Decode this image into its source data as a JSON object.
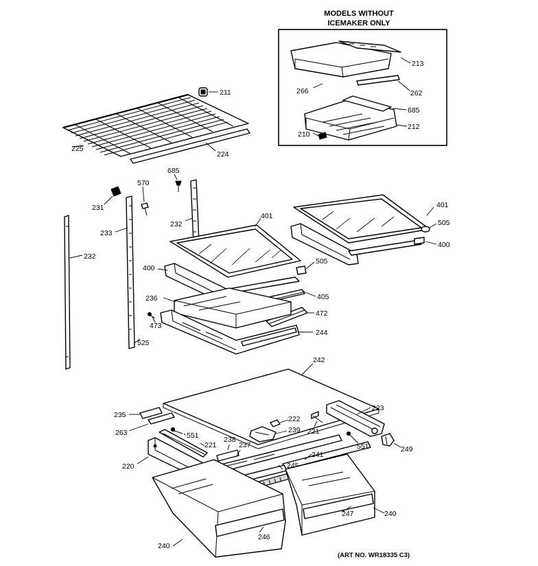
{
  "header": {
    "line1": "MODELS WITHOUT",
    "line2": "ICEMAKER ONLY"
  },
  "art_number": "(ART NO. WR18335 C3)",
  "callouts": {
    "c213": "213",
    "c266": "266",
    "c262": "262",
    "c685a": "685",
    "c212": "212",
    "c210": "210",
    "c211": "211",
    "c225": "225",
    "c224": "224",
    "c685b": "685",
    "c570": "570",
    "c231": "231",
    "c232a": "232",
    "c233": "233",
    "c232b": "232",
    "c401a": "401",
    "c401b": "401",
    "c505a": "505",
    "c505b": "505",
    "c400a": "400",
    "c400b": "400",
    "c405": "405",
    "c236": "236",
    "c472": "472",
    "c473": "473",
    "c525": "525",
    "c244": "244",
    "c242": "242",
    "c235": "235",
    "c223": "223",
    "c263": "263",
    "c222": "222",
    "c239": "239",
    "c551a": "551",
    "c221a": "221",
    "c221b": "221",
    "c238": "238",
    "c237": "237",
    "c551b": "551",
    "c249": "249",
    "c241": "241",
    "c220": "220",
    "c245": "245",
    "c247": "247",
    "c240a": "240",
    "c246": "246",
    "c240b": "240"
  }
}
